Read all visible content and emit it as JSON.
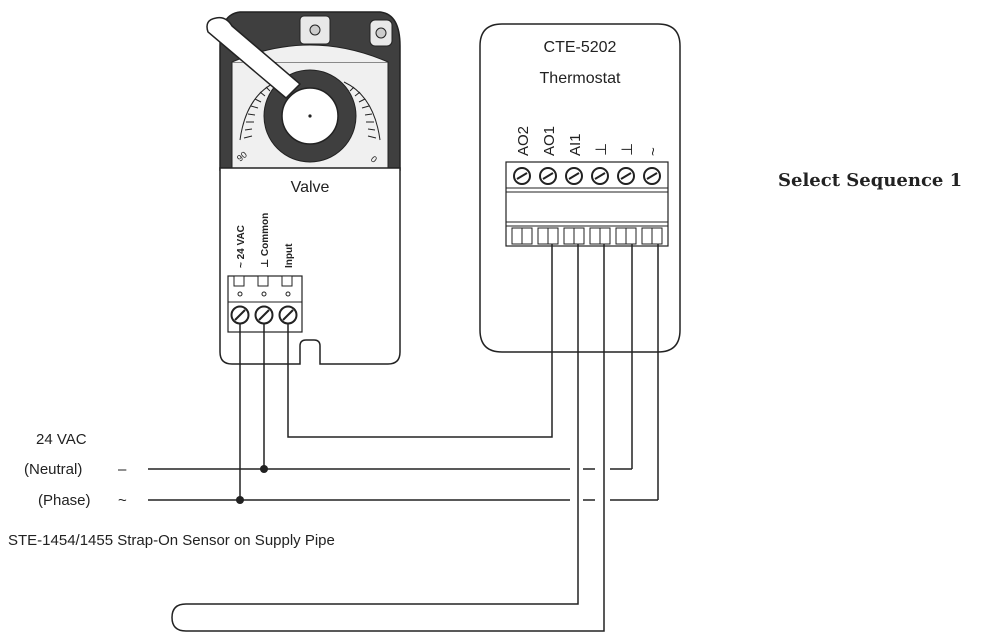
{
  "actuator": {
    "label": "Valve",
    "terminals": [
      "~ 24 VAC",
      "⊥ Common",
      "Input"
    ],
    "scale_left": "90",
    "scale_right": "0"
  },
  "thermostat": {
    "model": "CTE-5202",
    "name": "Thermostat",
    "terminals": [
      "AO2",
      "AO1",
      "AI1",
      "⊥",
      "⊥",
      "~"
    ]
  },
  "sequence_note": "Select Sequence 1",
  "power": {
    "title": "24 VAC",
    "neutral_label": "(Neutral)",
    "neutral_symbol": "–",
    "phase_label": "(Phase)",
    "phase_symbol": "~"
  },
  "sensor": {
    "label": "STE-1454/1455 Strap-On Sensor on Supply Pipe"
  }
}
